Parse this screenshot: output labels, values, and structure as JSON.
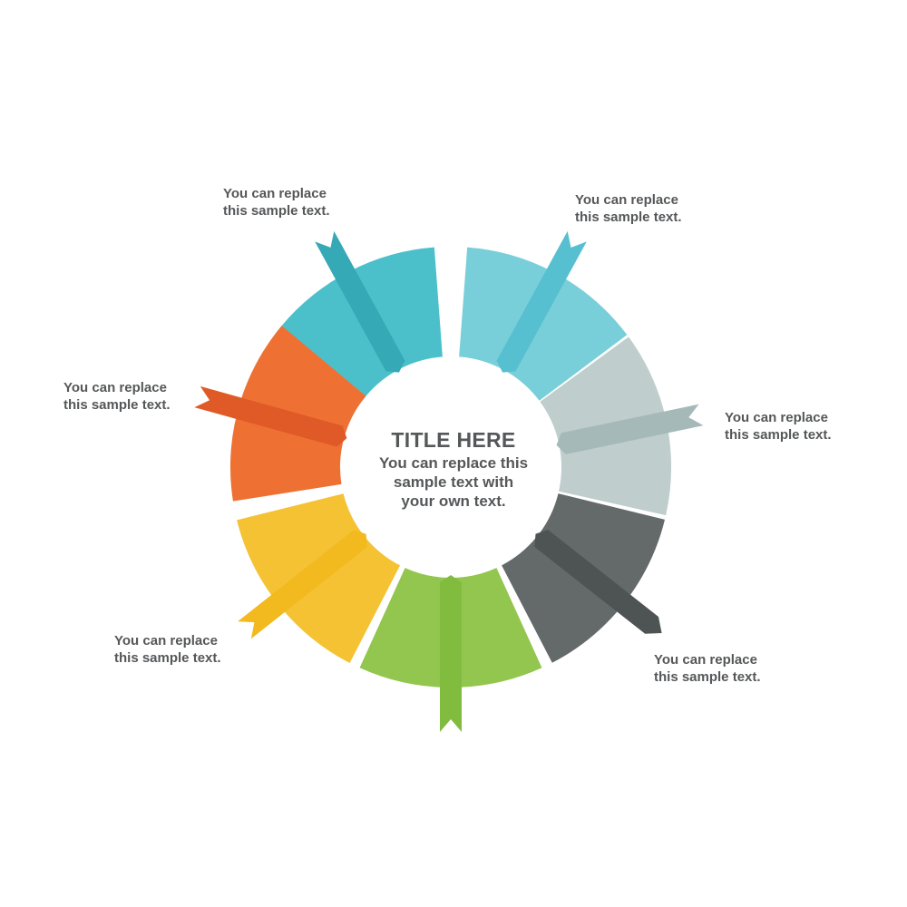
{
  "center": {
    "title": "TITLE HERE",
    "lines": [
      "You can replace this",
      "sample text with",
      "your own text."
    ]
  },
  "items": [
    {
      "line1": "You can replace",
      "line2": "this sample text.",
      "color": "#4BC0CA",
      "ribbon": "#35A9B6"
    },
    {
      "line1": "You can replace",
      "line2": "this sample text.",
      "color": "#79CFD9",
      "ribbon": "#56C0D0"
    },
    {
      "line1": "You can replace",
      "line2": "this sample text.",
      "color": "#BFCDCC",
      "ribbon": "#A5B9B9"
    },
    {
      "line1": "You can replace",
      "line2": "this sample text.",
      "color": "#646A69",
      "ribbon": "#4E5453"
    },
    {
      "line1": "You can replace",
      "line2": "this sample text.",
      "color": "#92C64E",
      "ribbon": "#82BC3E"
    },
    {
      "line1": "You can replace",
      "line2": "this sample text.",
      "color": "#F5C234",
      "ribbon": "#F2BA1E"
    },
    {
      "line1": "You can replace",
      "line2": "this sample text.",
      "color": "#EE7133",
      "ribbon": "#E05A28"
    }
  ]
}
